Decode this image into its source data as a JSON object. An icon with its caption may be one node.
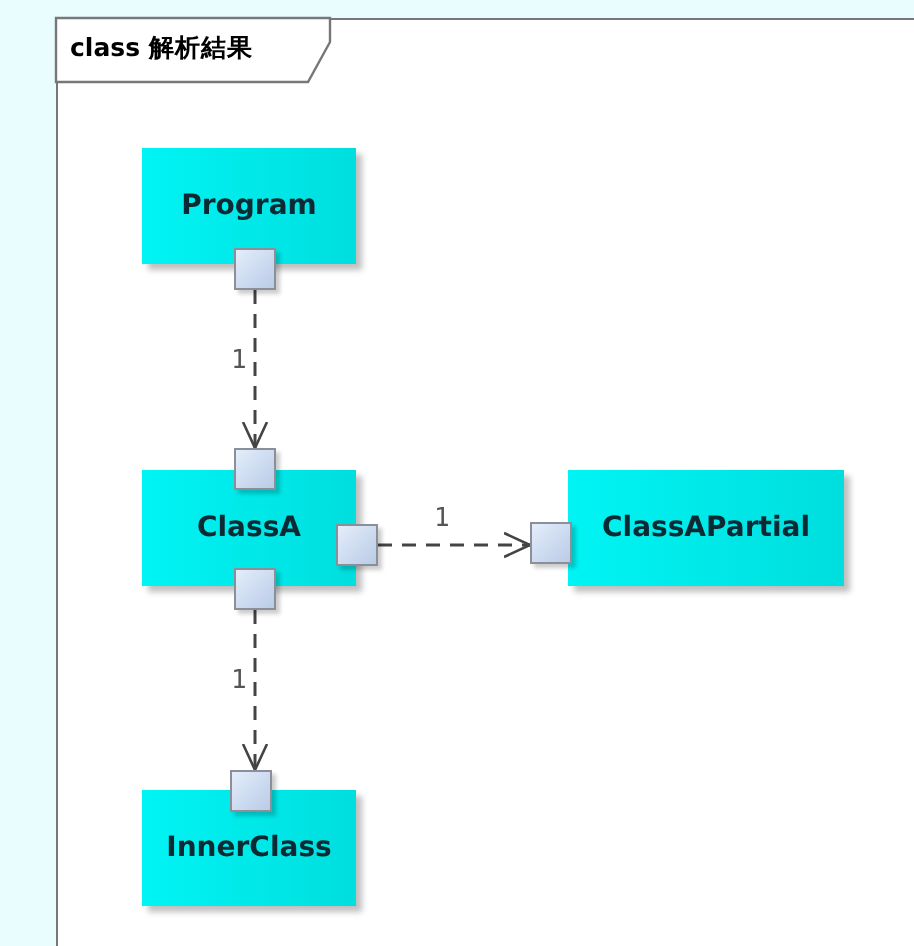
{
  "diagram": {
    "nodes": [
      {
        "text": [
          "class 解析結果"
        ]
      },
      {
        "text": [
          "Program"
        ],
        "in": 0
      },
      {
        "text": [
          "ClassA"
        ],
        "in": 0
      },
      {
        "text": [
          "ClassAPartial"
        ],
        "in": 0
      },
      {
        "text": [
          "InnerClass"
        ],
        "in": 0
      },
      {
        "text": [],
        "shape": "box",
        "in": 0
      },
      {
        "text": [],
        "shape": "box",
        "in": 0
      },
      {
        "text": [],
        "shape": "box",
        "in": 0
      },
      {
        "text": [],
        "shape": "box",
        "in": 0
      },
      {
        "text": [],
        "shape": "box",
        "in": 0
      },
      {
        "text": [],
        "shape": "box",
        "in": 0
      }
    ],
    "edges": [
      {
        "from": 5,
        "to": 6,
        "arrow": "to",
        "label": "1",
        "style": "dashed"
      },
      {
        "from": 7,
        "to": 8,
        "arrow": "to",
        "label": "1",
        "style": "dashed"
      },
      {
        "from": 9,
        "to": 10,
        "arrow": "to",
        "label": "1",
        "style": "dashed"
      }
    ]
  }
}
